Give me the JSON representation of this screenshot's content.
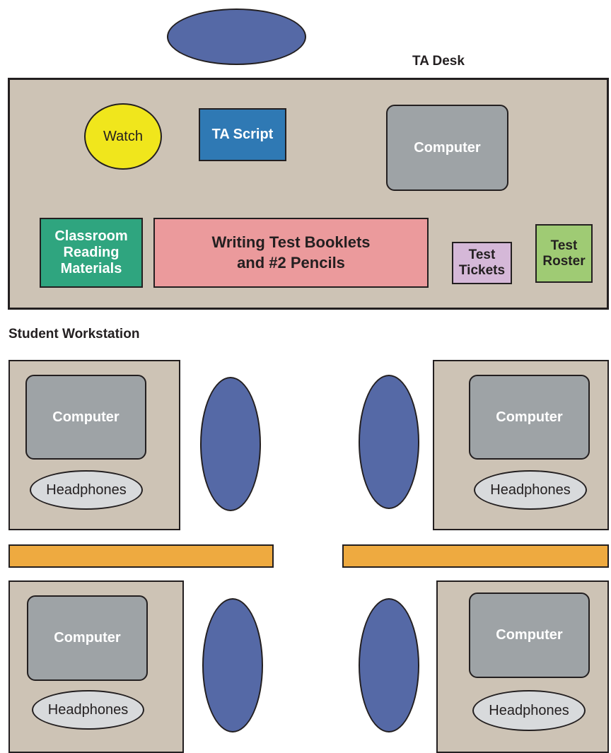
{
  "ta_desk": {
    "title": "TA Desk",
    "watch": "Watch",
    "ta_script": "TA Script",
    "computer": "Computer",
    "classroom_reading": [
      "Classroom",
      "Reading",
      "Materials"
    ],
    "writing_booklets": [
      "Writing Test Booklets",
      "and #2 Pencils"
    ],
    "test_tickets": [
      "Test",
      "Tickets"
    ],
    "test_roster": [
      "Test",
      "Roster"
    ]
  },
  "student_area": {
    "title": "Student Workstation",
    "workstations": [
      {
        "computer": "Computer",
        "headphones": "Headphones"
      },
      {
        "computer": "Computer",
        "headphones": "Headphones"
      },
      {
        "computer": "Computer",
        "headphones": "Headphones"
      },
      {
        "computer": "Computer",
        "headphones": "Headphones"
      }
    ]
  },
  "colors": {
    "desk": "#cdc3b5",
    "chair": "#5569a6",
    "watch": "#f0e61c",
    "ta_script": "#2f79b4",
    "computer": "#9ea3a6",
    "classroom_reading": "#2fa57f",
    "writing_booklets": "#eb9a9c",
    "test_tickets": "#d5b8d8",
    "test_roster": "#9fcb74",
    "headphones": "#d8dadc",
    "divider": "#eeaa40"
  }
}
